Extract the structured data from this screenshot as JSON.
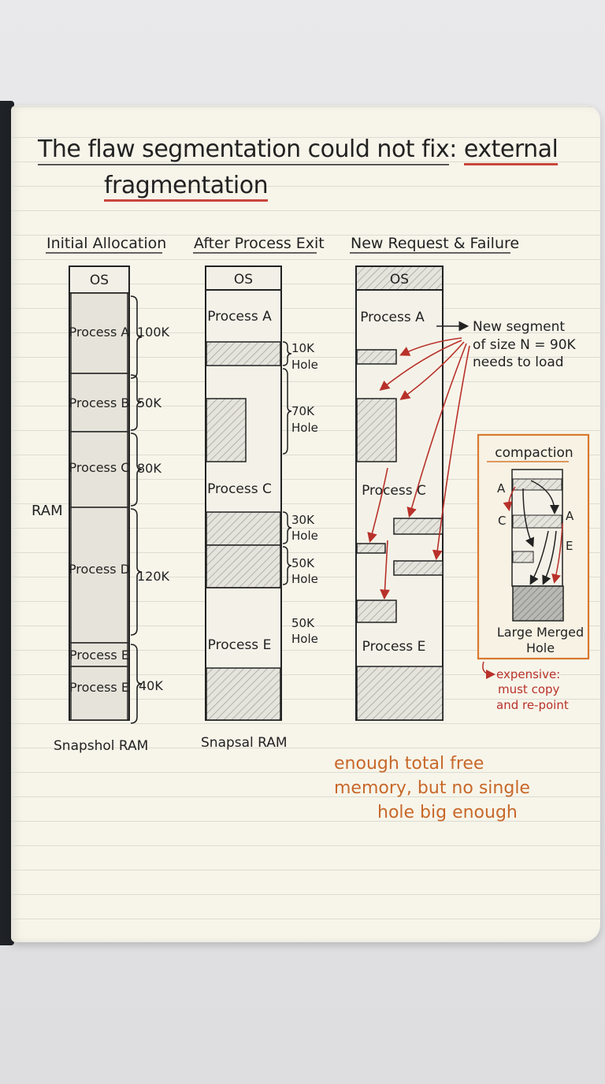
{
  "title": {
    "part1": "The flaw segmentation could not fix",
    "colon": ":",
    "part2": "external",
    "part3": "fragmentation"
  },
  "side_label": "RAM",
  "columns": [
    {
      "heading": "Initial Allocation",
      "footer": "Snapshol RAM",
      "os": "OS",
      "blocks": [
        {
          "label": "Process A",
          "size": "100K"
        },
        {
          "label": "Process B",
          "size": "50K"
        },
        {
          "label": "Process C",
          "size": "80K"
        },
        {
          "label": "Process D",
          "size": "120K"
        },
        {
          "label": "Process E",
          "size": ""
        },
        {
          "label": "Process E",
          "size": "40K"
        }
      ]
    },
    {
      "heading": "After Process Exit",
      "footer": "Snapsal RAM",
      "os": "OS",
      "processes": [
        "Process A",
        "Process C",
        "Process E"
      ],
      "holes": [
        {
          "size": "10K",
          "label": "Hole"
        },
        {
          "size": "70K",
          "label": "Hole"
        },
        {
          "size": "30K",
          "label": "Hole"
        },
        {
          "size": "50K",
          "label": "Hole"
        },
        {
          "size": "50K",
          "label": "Hole"
        }
      ]
    },
    {
      "heading": "New Request & Failure",
      "os": "OS",
      "processes": [
        "Process A",
        "Process C",
        "Process E"
      ]
    }
  ],
  "request_note": [
    "New segment",
    "of size N = 90K",
    "needs to load"
  ],
  "compaction": {
    "title": "compaction",
    "labels": [
      "A",
      "C",
      "A",
      "E"
    ],
    "merged": [
      "Large Merged",
      "Hole"
    ],
    "cost_note": [
      "expensive:",
      "must copy",
      "and re-point"
    ]
  },
  "conclusion": [
    "enough total free",
    "memory, but no single",
    "hole big enough"
  ],
  "colors": {
    "ink": "#222222",
    "red_accent": "#b8312a",
    "orange_accent": "#c8682a",
    "paper": "#f7f5ea",
    "hatch": "#c9c9c6"
  }
}
